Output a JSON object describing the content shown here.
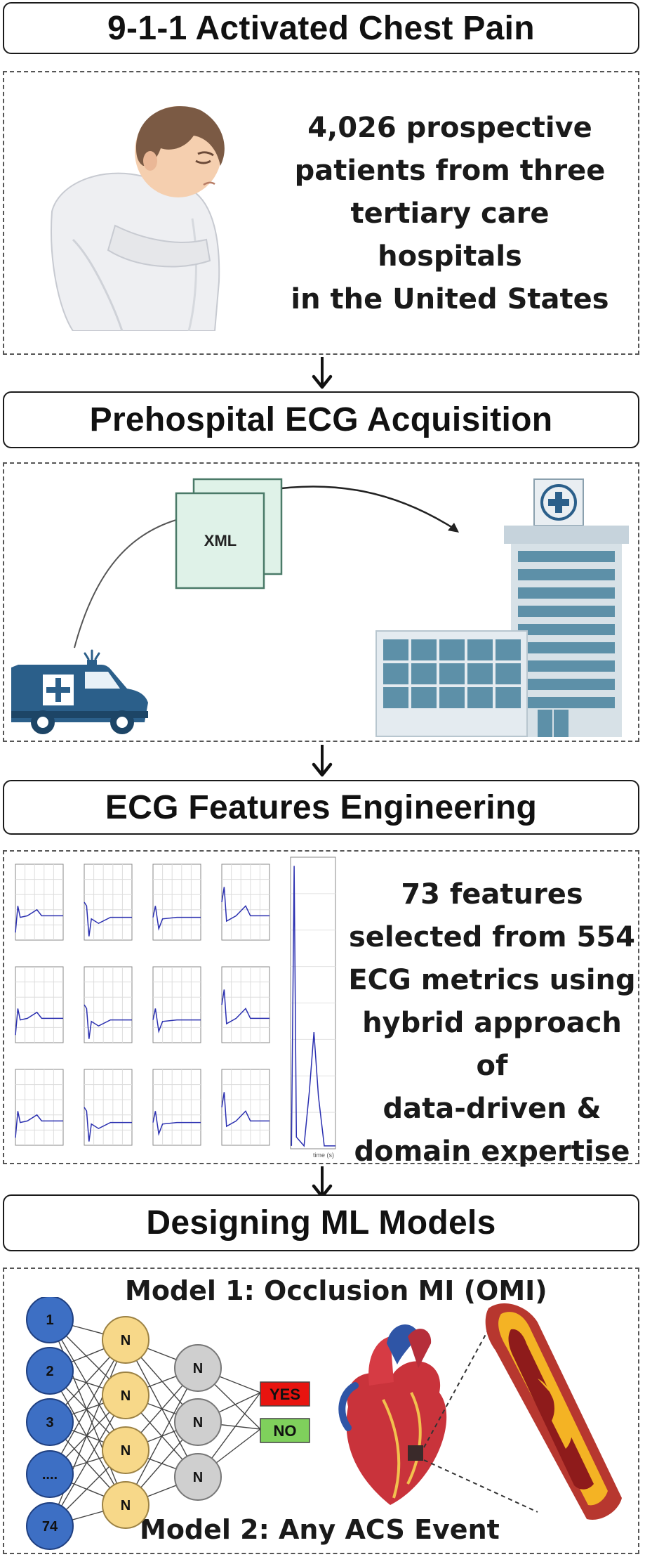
{
  "steps": [
    {
      "title": "9-1-1 Activated Chest Pain"
    },
    {
      "title": "Prehospital ECG Acquisition"
    },
    {
      "title": "ECG Features Engineering"
    },
    {
      "title": "Designing ML Models"
    }
  ],
  "panel1": {
    "lines": [
      "4,026 prospective",
      "patients from three",
      "tertiary care hospitals",
      "in the United States"
    ]
  },
  "panel2": {
    "document_label": "XML"
  },
  "panel3": {
    "lines": [
      "73 features",
      "selected from 554",
      "ECG metrics using",
      "hybrid approach of",
      "data-driven &",
      "domain expertise"
    ],
    "spectrum_axis_label": "time (s)"
  },
  "panel4": {
    "model1_title": "Model 1: Occlusion MI (OMI)",
    "model2_title": "Model 2: Any ACS Event",
    "input_nodes": [
      "1",
      "2",
      "3",
      "....",
      "74"
    ],
    "hidden1_nodes": [
      "N",
      "N",
      "N",
      "N"
    ],
    "hidden2_nodes": [
      "N",
      "N",
      "N"
    ],
    "outputs": {
      "yes": "YES",
      "no": "NO"
    }
  },
  "colors": {
    "input_node": "#3d6fc4",
    "hidden1_node": "#f7d889",
    "hidden2_node": "#cfcfcf",
    "yes": "#e8140f",
    "no": "#7fd05c",
    "building": "#5d90a8",
    "document": "#dff2e8"
  }
}
